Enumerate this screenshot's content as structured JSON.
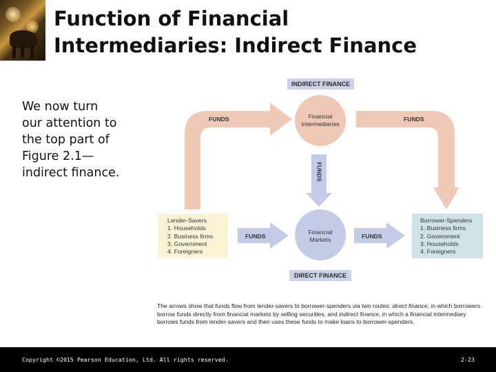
{
  "slide": {
    "title_line1": "Function of Financial",
    "title_line2": "Intermediaries: Indirect Finance",
    "body_lines": [
      "We now turn",
      "our attention to",
      "the top part of",
      "Figure 2.1—",
      "indirect finance."
    ]
  },
  "figure": {
    "indirect_label": "INDIRECT FINANCE",
    "direct_label": "DIRECT FINANCE",
    "intermediaries_line1": "Financial",
    "intermediaries_line2": "Intermediaries",
    "markets_line1": "Financial",
    "markets_line2": "Markets",
    "funds": "FUNDS",
    "lender": {
      "title": "Lender-Savers",
      "items": [
        "1. Households",
        "2. Business firms",
        "3. Government",
        "4. Foreigners"
      ]
    },
    "borrower": {
      "title": "Borrower-Spenders",
      "items": [
        "1. Business firms",
        "2. Government",
        "3. Households",
        "4. Foreigners"
      ]
    },
    "caption": {
      "part1": "The arrows show that funds flow from lender-savers to borrower-spenders via two routes: ",
      "italic1": "direct finance",
      "part2": ", in which borrowers borrow funds directly from financial markets by selling securities, and ",
      "italic2": "indirect finance",
      "part3": ", in which a financial intermediary borrows funds from lender-savers and then uses these funds to make loans to borrower-spenders."
    },
    "colors": {
      "indirect_arrow": "#efc8b6",
      "direct_arrow": "#c3cbe6",
      "circle": "#c3cbe6",
      "label_box": "#ccd3e8",
      "lender_box": "#fcf3d6",
      "borrower_box": "#cfe3e7"
    }
  },
  "footer": {
    "copyright": "Copyright ©2015 Pearson Education, Ltd. All rights reserved.",
    "page": "2-23"
  }
}
